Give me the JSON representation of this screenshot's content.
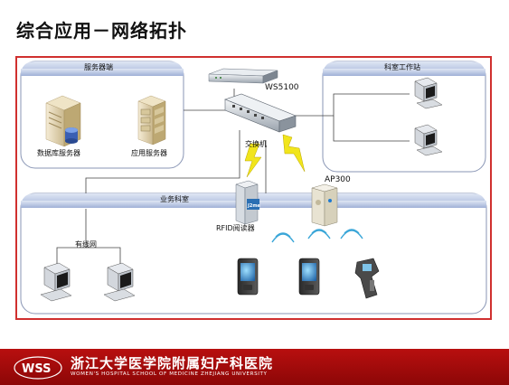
{
  "page_title": "综合应用－网络拓扑",
  "zones": {
    "server": "服务器端",
    "workstation": "科室工作站",
    "business": "业务科室"
  },
  "devices": {
    "db_server": "数据库服务器",
    "app_server": "应用服务器",
    "router": "WS5100",
    "switch": "交换机",
    "ap": "AP300",
    "rfid_reader": "RFID阅读器",
    "wired_network": "有线网",
    "reader_brand": "J2me"
  },
  "footer": {
    "institution": "浙江大学医学院附属妇产科医院",
    "institution_en": "WOMEN'S HOSPITAL SCHOOL OF MEDICINE ZHEJIANG UNIVERSITY",
    "logo_text": "WSS"
  },
  "colors": {
    "frame": "#d0302f",
    "zone_header": "#9fb0d6",
    "footer": "#a70c0c",
    "lightning": "#f1e51c"
  }
}
